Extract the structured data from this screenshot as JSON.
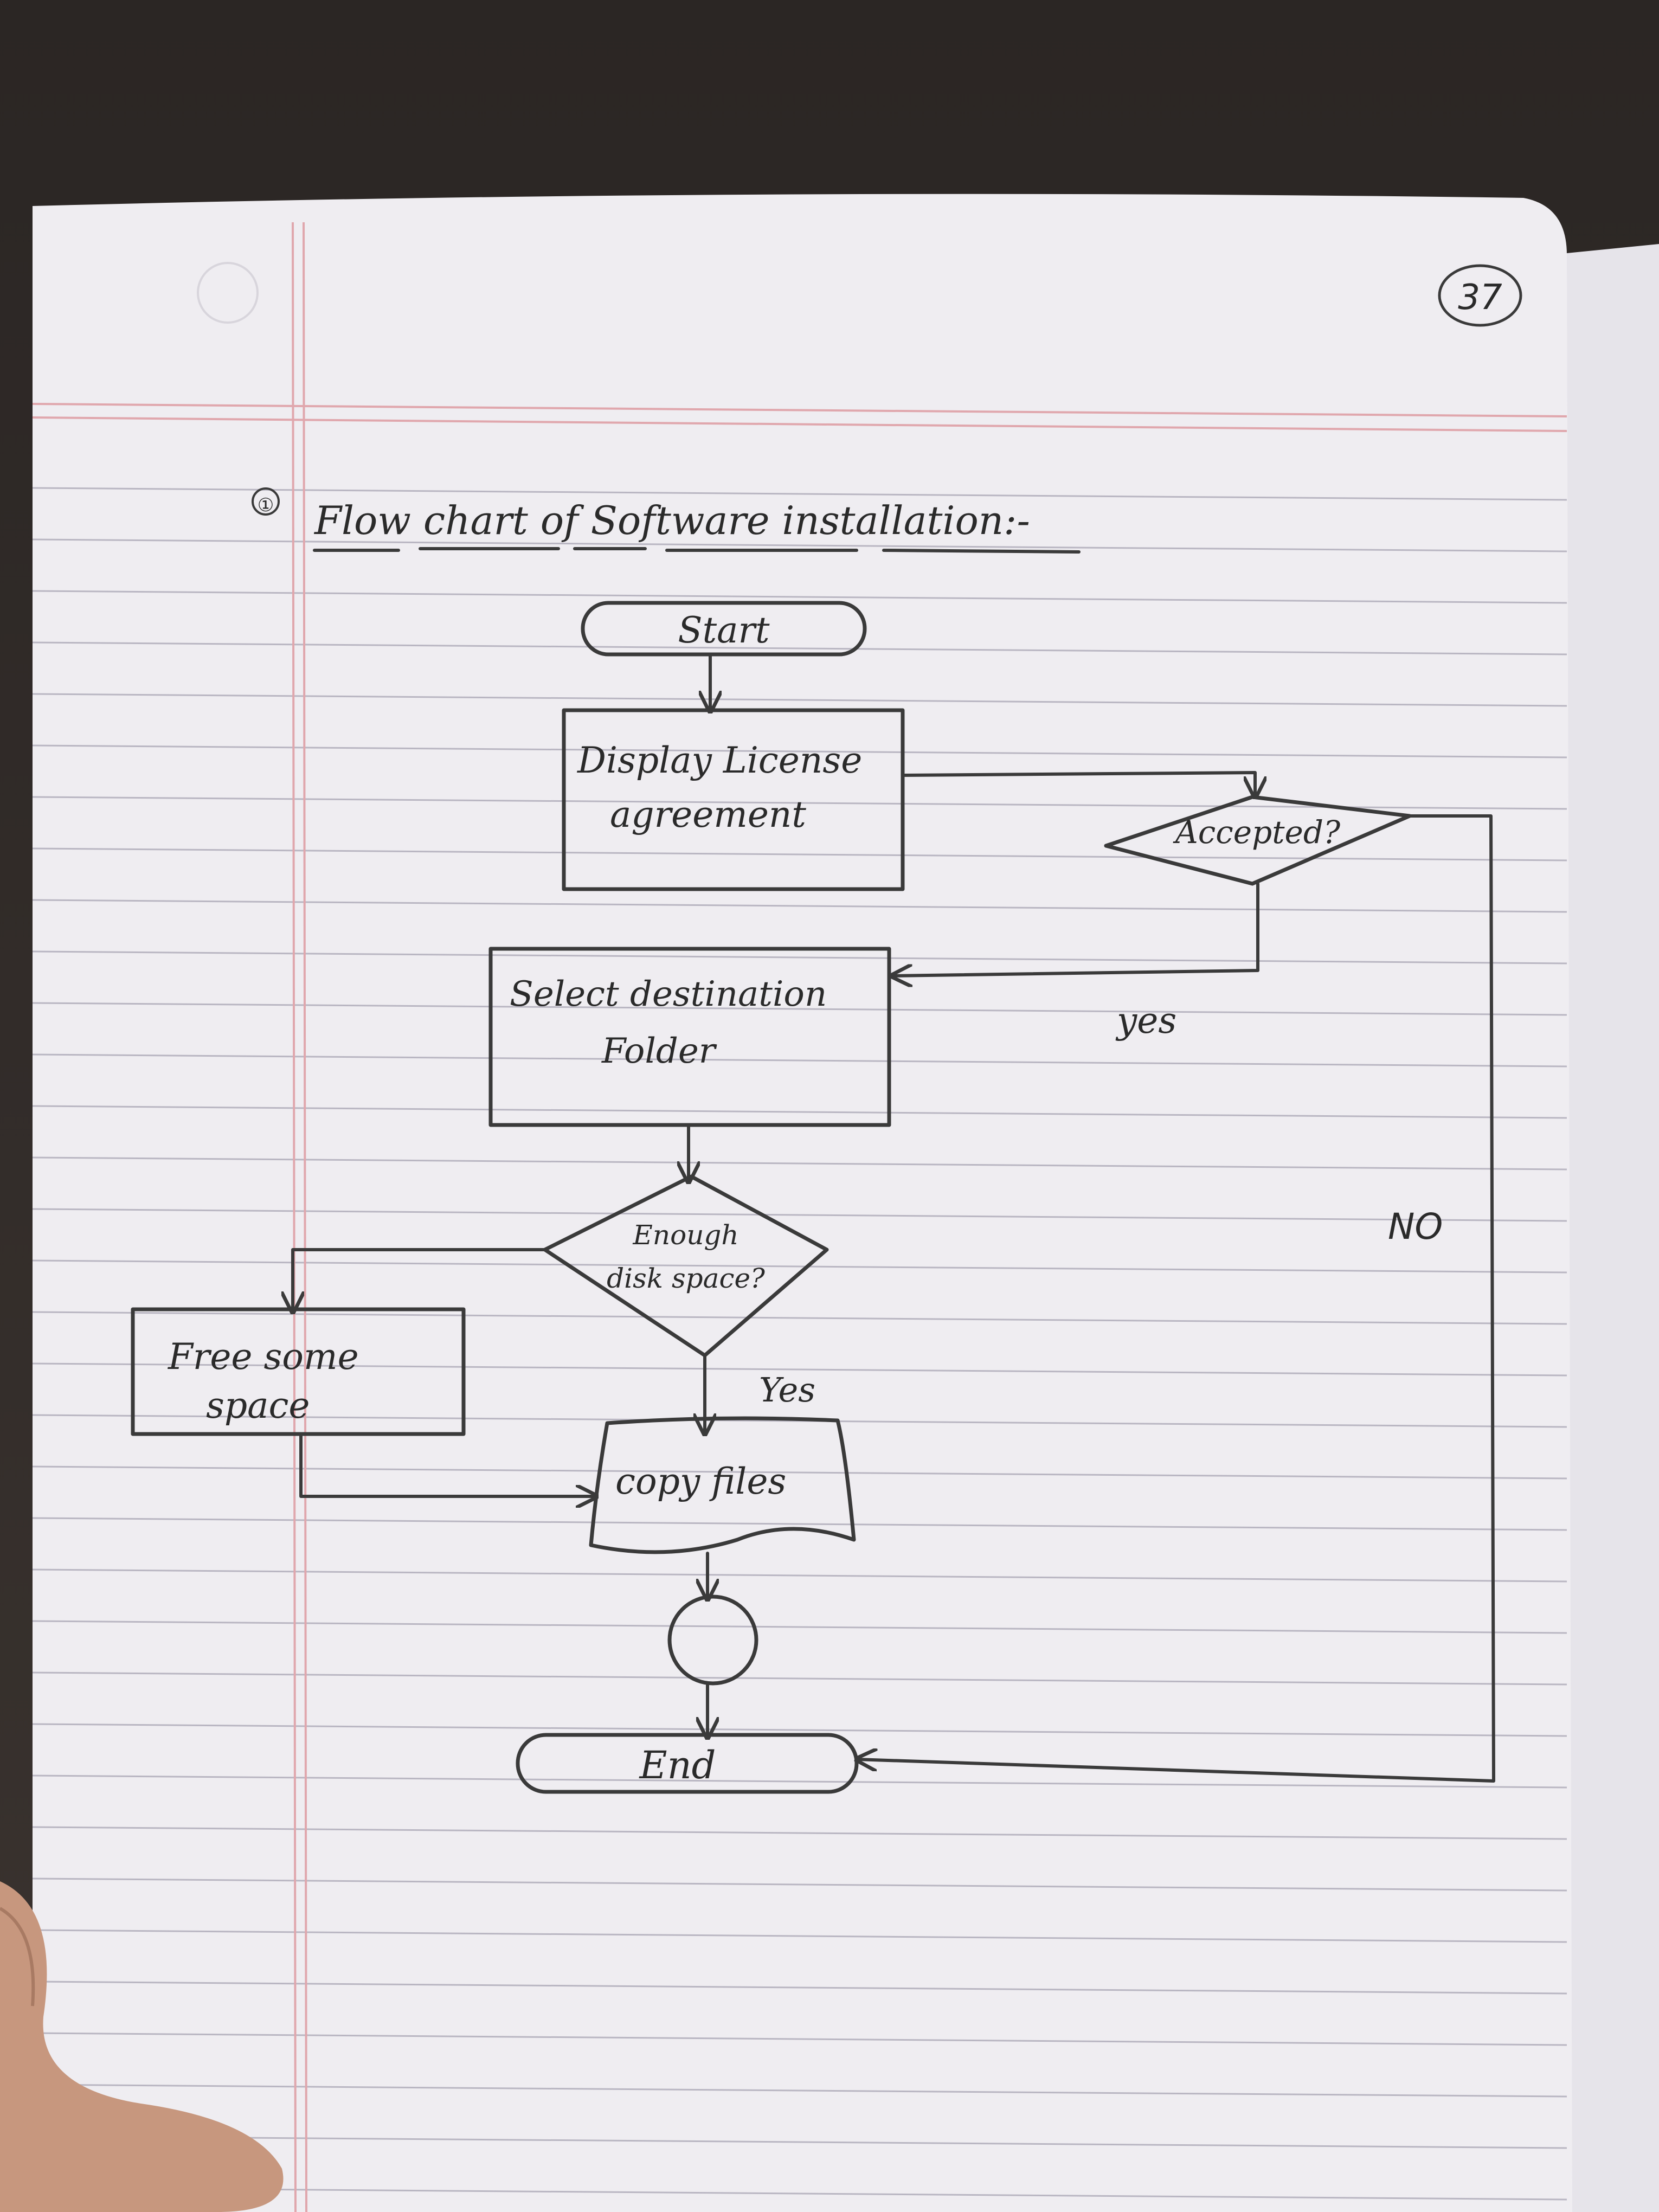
{
  "page": {
    "number": "37",
    "heading_index": "①",
    "heading": "Flow chart of Software installation:-"
  },
  "flowchart": {
    "nodes": {
      "start": "Start",
      "display_license": [
        "Display License",
        "agreement"
      ],
      "accepted": "Accepted?",
      "select_folder": [
        "Select destination",
        "Folder"
      ],
      "enough_space": [
        "Enough",
        "disk space?"
      ],
      "free_space": [
        "Free some",
        "space"
      ],
      "copy_files": "copy files",
      "end": "End"
    },
    "edge_labels": {
      "accepted_yes": "yes",
      "accepted_no": "NO",
      "space_yes": "Yes"
    }
  },
  "colors": {
    "paper": "#efedf1",
    "rule_line": "#b9b6c2",
    "margin_line": "#e0a7ad",
    "ink": "#3a3a3a"
  }
}
